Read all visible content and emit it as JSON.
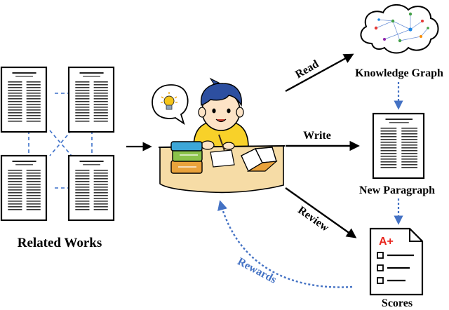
{
  "labels": {
    "related_works": "Related Works",
    "knowledge_graph": "Knowledge Graph",
    "new_paragraph": "New Paragraph",
    "scores": "Scores",
    "read": "Read",
    "write": "Write",
    "review": "Review",
    "rewards": "Rewards",
    "grade": "A+"
  },
  "colors": {
    "dashed_link": "#3b6fc9",
    "rewards": "#4472c4",
    "grade": "#e8241c",
    "desk": "#f6dca6",
    "shirt": "#f8d129",
    "hair": "#2d4fa0",
    "book_blue": "#3da7d8",
    "book_green": "#8bc34a",
    "book_orange": "#e9a23b",
    "bulb_bubble": "#ffffff",
    "bulb": "#f5c518"
  },
  "icons": {
    "idea": "lightbulb-icon",
    "student": "student-icon",
    "graph": "knowledge-graph-icon",
    "paper": "paper-icon",
    "scorecard": "scorecard-icon"
  }
}
